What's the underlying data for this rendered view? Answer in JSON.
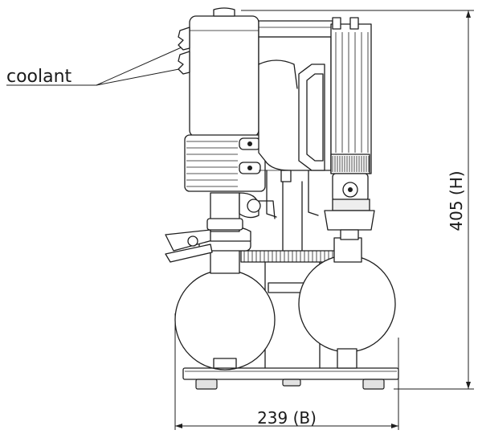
{
  "labels": {
    "coolant": "coolant",
    "height": "405 (H)",
    "width": "239 (B)"
  },
  "colors": {
    "line": "#1e1e1e",
    "background": "#ffffff"
  }
}
